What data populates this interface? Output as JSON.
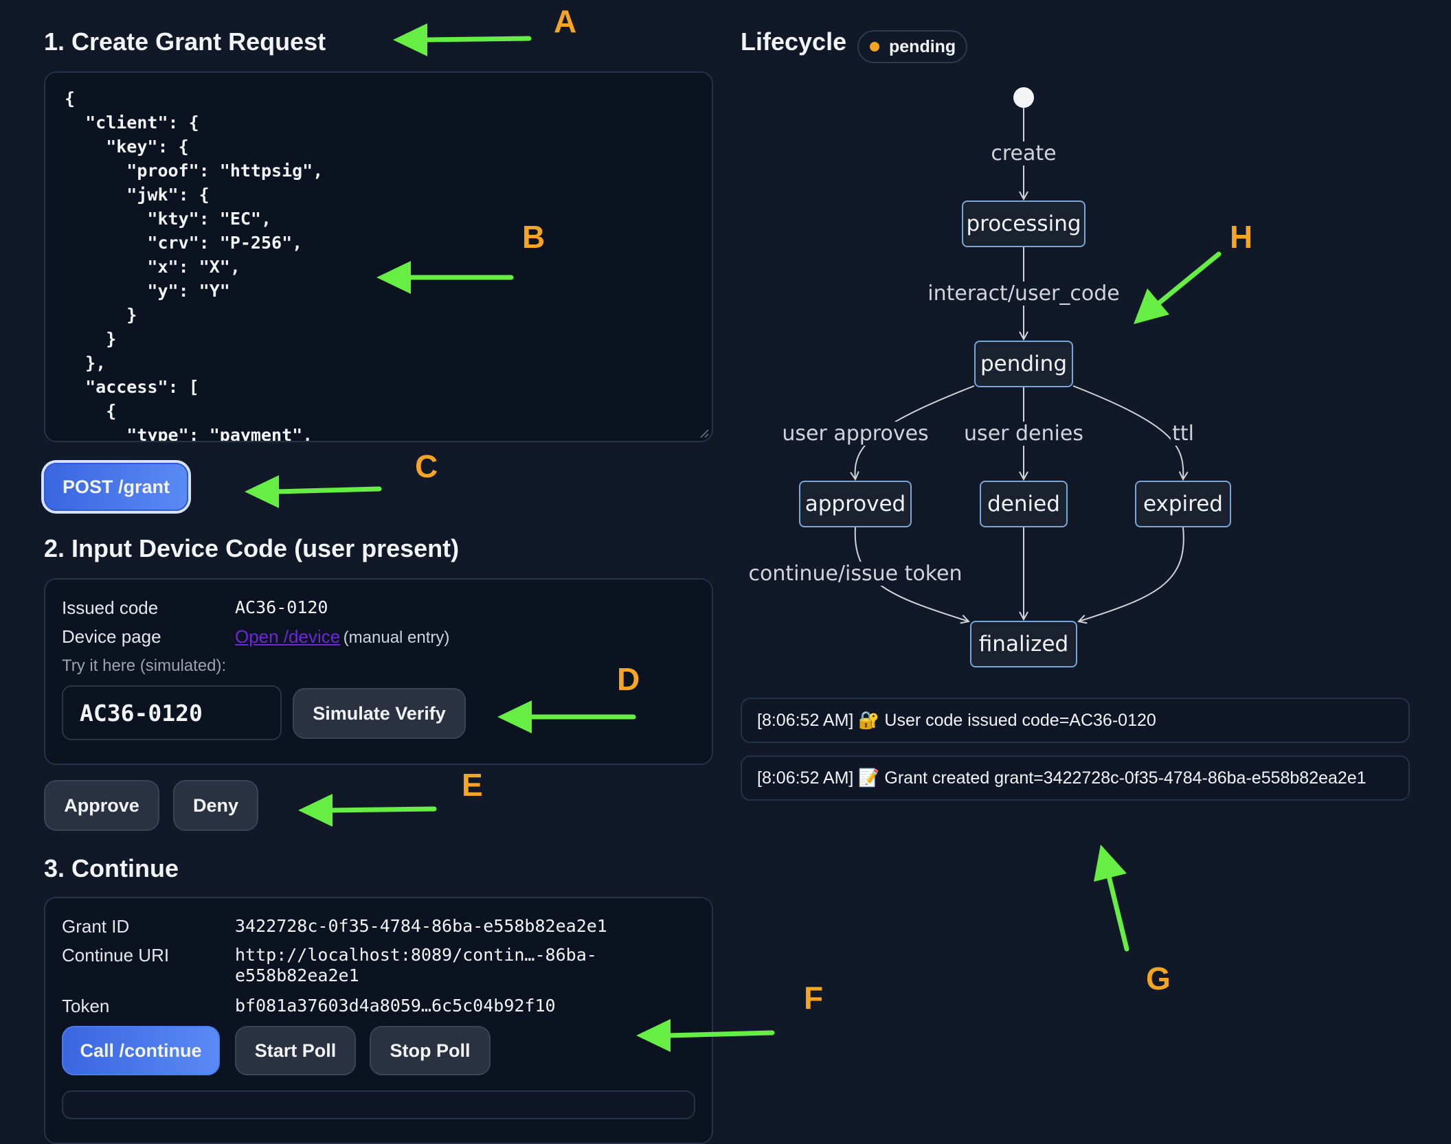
{
  "section1": {
    "title": "1. Create Grant Request",
    "request_json": "{\n  \"client\": {\n    \"key\": {\n      \"proof\": \"httpsig\",\n      \"jwk\": {\n        \"kty\": \"EC\",\n        \"crv\": \"P-256\",\n        \"x\": \"X\",\n        \"y\": \"Y\"\n      }\n    }\n  },\n  \"access\": [\n    {\n      \"type\": \"payment\",",
    "post_button": "POST /grant"
  },
  "section2": {
    "title": "2. Input Device Code (user present)",
    "issued_code_label": "Issued code",
    "issued_code_value": "AC36-0120",
    "device_page_label": "Device page",
    "device_link": "Open /device",
    "device_link_note": "(manual entry)",
    "try_label": "Try it here (simulated):",
    "code_input_value": "AC36-0120",
    "simulate_button": "Simulate Verify",
    "approve_button": "Approve",
    "deny_button": "Deny"
  },
  "section3": {
    "title": "3. Continue",
    "grant_id_label": "Grant ID",
    "grant_id_value": "3422728c-0f35-4784-86ba-e558b82ea2e1",
    "continue_uri_label": "Continue URI",
    "continue_uri_line1": "http://localhost:8089/contin…-86ba-",
    "continue_uri_line2": "e558b82ea2e1",
    "token_label": "Token",
    "token_value": "bf081a37603d4a8059…6c5c04b92f10",
    "call_continue_button": "Call /continue",
    "start_poll_button": "Start Poll",
    "stop_poll_button": "Stop Poll"
  },
  "lifecycle": {
    "title": "Lifecycle",
    "status_badge": "pending",
    "badge_color": "#f5a524",
    "states": {
      "processing": "processing",
      "pending": "pending",
      "approved": "approved",
      "denied": "denied",
      "expired": "expired",
      "finalized": "finalized"
    },
    "transitions": {
      "create": "create",
      "interact": "interact/user_code",
      "user_approves": "user approves",
      "user_denies": "user denies",
      "ttl": "ttl",
      "continue": "continue/issue token"
    }
  },
  "logs": [
    "[8:06:52 AM] 🔐 User code issued code=AC36-0120",
    "[8:06:52 AM] 📝 Grant created grant=3422728c-0f35-4784-86ba-e558b82ea2e1"
  ],
  "annotations": {
    "A": "A",
    "B": "B",
    "C": "C",
    "D": "D",
    "E": "E",
    "F": "F",
    "G": "G",
    "H": "H",
    "marker_color": "#f5a524",
    "arrow_color": "#66ee44"
  }
}
